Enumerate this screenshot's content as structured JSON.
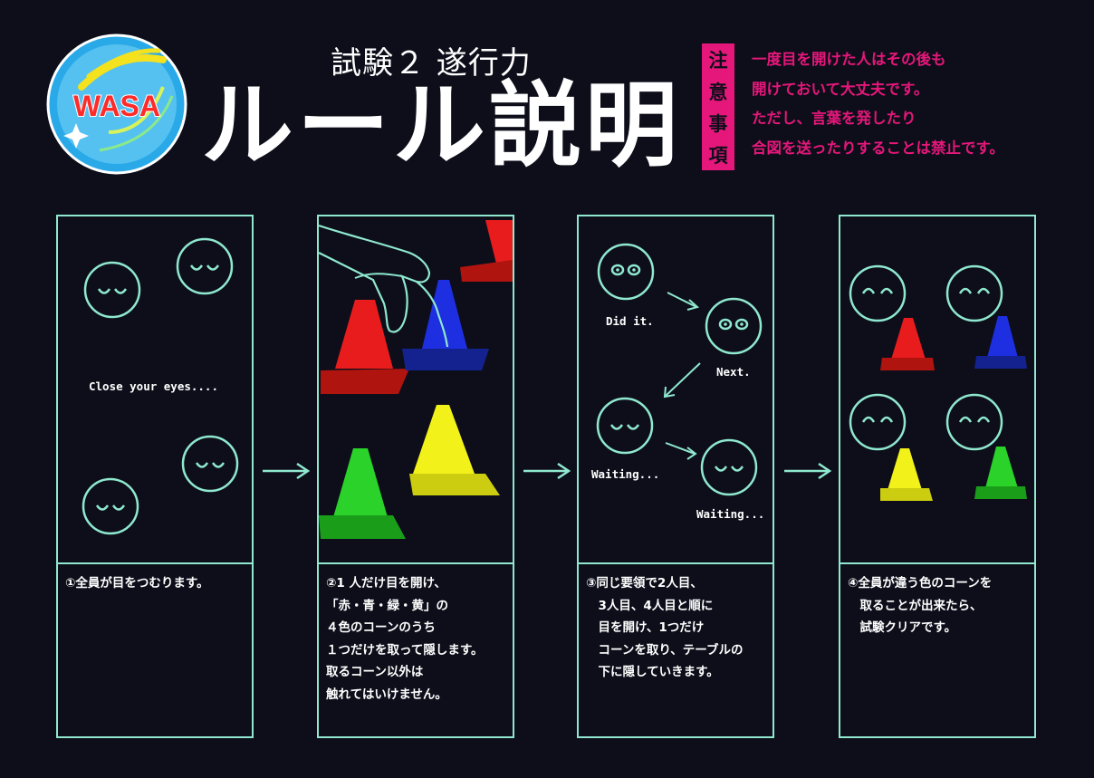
{
  "header": {
    "logo_text": "WASA",
    "subtitle": "試験２ 遂行力",
    "title": "ルール説明"
  },
  "caution": {
    "label_chars": [
      "注",
      "意",
      "事",
      "項"
    ],
    "lines": [
      "一度目を開けた人はその後も",
      "開けておいて大丈夫です。",
      "ただし、言葉を発したり",
      "合図を送ったりすることは禁止です。"
    ]
  },
  "panels": [
    {
      "caption": "Close your eyes....",
      "desc": [
        "①全員が目をつむります。"
      ]
    },
    {
      "desc": [
        "②1 人だけ目を開け、",
        "「赤・青・緑・黄」の",
        "４色のコーンのうち",
        "１つだけを取って隠します。",
        "取るコーン以外は",
        "触れてはいけません。"
      ]
    },
    {
      "labels": {
        "did_it": "Did it.",
        "next": "Next.",
        "waiting_1": "Waiting...",
        "waiting_2": "Waiting..."
      },
      "desc": [
        "③同じ要領で2人目、",
        "　3人目、4人目と順に",
        "　目を開け、1つだけ",
        "　コーンを取り、テーブルの",
        "　下に隠していきます。"
      ]
    },
    {
      "desc": [
        "④全員が違う色のコーンを",
        "　取ることが出来たら、",
        "　試験クリアです。"
      ]
    }
  ],
  "colors": {
    "background": "#0d0e1a",
    "line": "#8fe8cf",
    "accent_pink": "#e5177a",
    "cone_red": "#e81c1c",
    "cone_blue": "#1d2fe0",
    "cone_green": "#2ad22a",
    "cone_yellow": "#f2f21a"
  }
}
